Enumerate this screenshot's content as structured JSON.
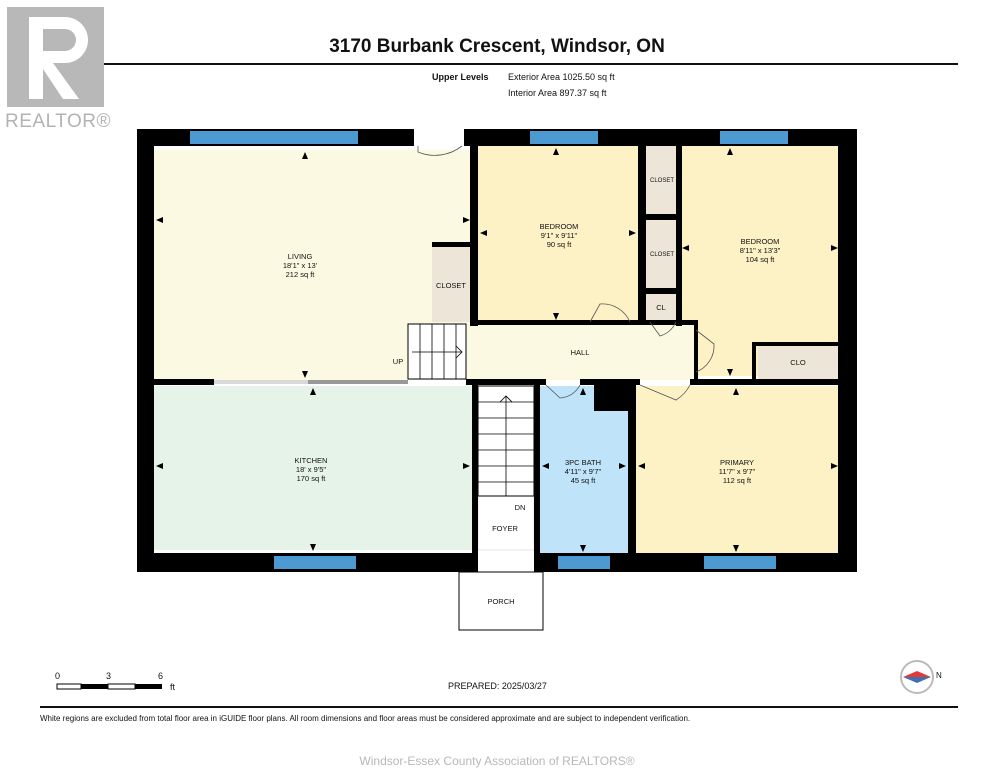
{
  "header": {
    "title": "3170 Burbank Crescent, Windsor, ON",
    "level_label": "Upper Levels",
    "exterior_area": "Exterior Area 1025.50 sq ft",
    "interior_area": "Interior Area 897.37 sq ft"
  },
  "brand": {
    "logo_text": "REALTOR®",
    "logo_letter": "R"
  },
  "rooms": {
    "living": {
      "name": "LIVING",
      "dims": "18'1\" x 13'",
      "area": "212 sq ft"
    },
    "bedroom1": {
      "name": "BEDROOM",
      "dims": "9'1\" x 9'11\"",
      "area": "90 sq ft"
    },
    "bedroom2": {
      "name": "BEDROOM",
      "dims": "8'11\" x 13'3\"",
      "area": "104 sq ft"
    },
    "kitchen": {
      "name": "KITCHEN",
      "dims": "18' x 9'5\"",
      "area": "170 sq ft"
    },
    "bath": {
      "name": "3PC BATH",
      "dims": "4'11\" x 9'7\"",
      "area": "45 sq ft"
    },
    "primary": {
      "name": "PRIMARY",
      "dims": "11'7\" x 9'7\"",
      "area": "112 sq ft"
    }
  },
  "labels": {
    "closet": "CLOSET",
    "closet_a": "CLOSET",
    "closet_b": "CLOSET",
    "cl": "CL",
    "clo": "CLO",
    "hall": "HALL",
    "up": "UP",
    "dn": "DN",
    "foyer": "FOYER",
    "porch": "PORCH"
  },
  "scale": {
    "ticks": [
      "0",
      "3",
      "6"
    ],
    "unit": "ft"
  },
  "compass": {
    "label": "N"
  },
  "prepared": "PREPARED: 2025/03/27",
  "disclaimer": "White regions are excluded from total floor area in iGUIDE floor plans. All room dimensions and floor areas must be considered approximate and are subject to independent verification.",
  "footer": "Windsor-Essex County Association of REALTORS®",
  "colors": {
    "living": "#fcf9e3",
    "bedroom": "#fdf1c6",
    "kitchen": "#e6f3e9",
    "bath": "#bfe3f8",
    "closet": "#ede5d8",
    "hall": "#fcf9e3",
    "window": "#4d9ad2",
    "wall": "#000000",
    "logo": "#b8b8b8"
  }
}
